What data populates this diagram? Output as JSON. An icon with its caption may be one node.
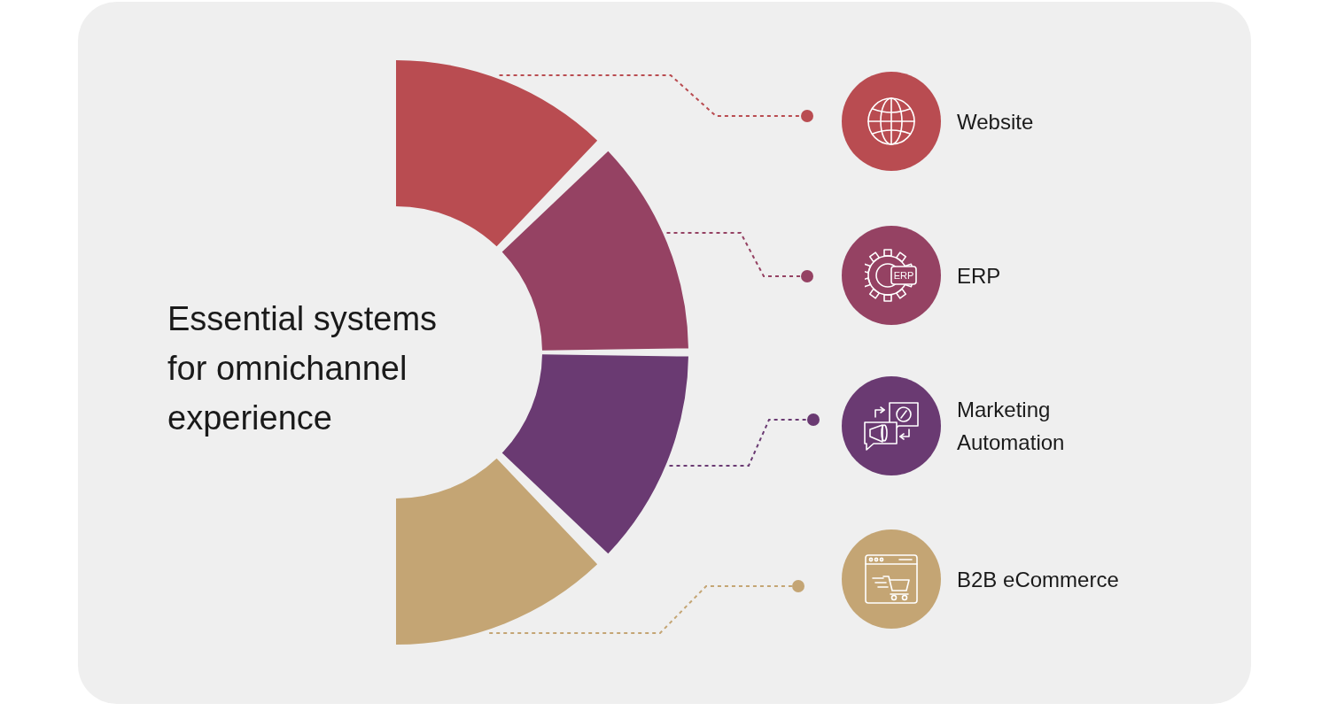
{
  "diagram": {
    "title": "Essential systems for omnichannel experience",
    "nodes": [
      {
        "text": [],
        "shape": "arc"
      },
      {
        "text": [],
        "shape": "arc"
      },
      {
        "text": [],
        "shape": "arc"
      },
      {
        "text": [],
        "shape": "arc"
      },
      {
        "text": [
          "Website"
        ]
      },
      {
        "text": [
          "ERP"
        ]
      },
      {
        "text": [
          "Marketing Automation"
        ]
      },
      {
        "text": [
          "B2B eCommerce"
        ]
      }
    ],
    "edges": [
      {
        "from": 0,
        "to": 4,
        "arrow": "other",
        "style": "dashed",
        "color": "#b94c51"
      },
      {
        "from": 1,
        "to": 5,
        "arrow": "other",
        "style": "dashed",
        "color": "#954263"
      },
      {
        "from": 2,
        "to": 6,
        "arrow": "other",
        "style": "dashed",
        "color": "#6a3a72"
      },
      {
        "from": 3,
        "to": 7,
        "arrow": "other",
        "style": "dashed",
        "color": "#c4a574"
      }
    ],
    "labels": [
      "ERP"
    ]
  }
}
